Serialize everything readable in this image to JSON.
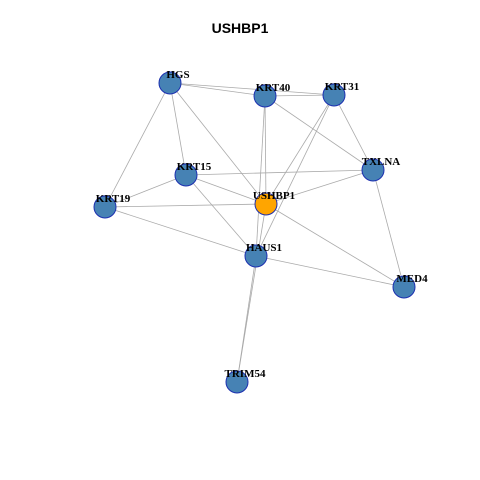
{
  "title": "USHBP1",
  "colors": {
    "node": "#4682b4",
    "center": "#ffa500",
    "border": "#1c2fb0",
    "edge": "#aaaaaa"
  },
  "nodes": [
    {
      "id": "HGS",
      "label": "HGS",
      "center": false
    },
    {
      "id": "KRT40",
      "label": "KRT40",
      "center": false
    },
    {
      "id": "KRT31",
      "label": "KRT31",
      "center": false
    },
    {
      "id": "TXLNA",
      "label": "TXLNA",
      "center": false
    },
    {
      "id": "KRT15",
      "label": "KRT15",
      "center": false
    },
    {
      "id": "USHBP1",
      "label": "USHBP1",
      "center": true
    },
    {
      "id": "KRT19",
      "label": "KRT19",
      "center": false
    },
    {
      "id": "HAUS1",
      "label": "HAUS1",
      "center": false
    },
    {
      "id": "MED4",
      "label": "MED4",
      "center": false
    },
    {
      "id": "TRIM54",
      "label": "TRIM54",
      "center": false
    }
  ],
  "edges": [
    [
      "HGS",
      "KRT40"
    ],
    [
      "HGS",
      "KRT31"
    ],
    [
      "HGS",
      "KRT15"
    ],
    [
      "HGS",
      "KRT19"
    ],
    [
      "HGS",
      "USHBP1"
    ],
    [
      "KRT40",
      "KRT31"
    ],
    [
      "KRT40",
      "TXLNA"
    ],
    [
      "KRT40",
      "USHBP1"
    ],
    [
      "KRT40",
      "HAUS1"
    ],
    [
      "KRT31",
      "TXLNA"
    ],
    [
      "KRT31",
      "USHBP1"
    ],
    [
      "KRT31",
      "HAUS1"
    ],
    [
      "TXLNA",
      "KRT15"
    ],
    [
      "TXLNA",
      "USHBP1"
    ],
    [
      "TXLNA",
      "MED4"
    ],
    [
      "KRT15",
      "KRT19"
    ],
    [
      "KRT15",
      "USHBP1"
    ],
    [
      "KRT15",
      "HAUS1"
    ],
    [
      "KRT19",
      "USHBP1"
    ],
    [
      "KRT19",
      "HAUS1"
    ],
    [
      "USHBP1",
      "MED4"
    ],
    [
      "USHBP1",
      "TRIM54"
    ],
    [
      "HAUS1",
      "MED4"
    ],
    [
      "HAUS1",
      "TRIM54"
    ]
  ]
}
